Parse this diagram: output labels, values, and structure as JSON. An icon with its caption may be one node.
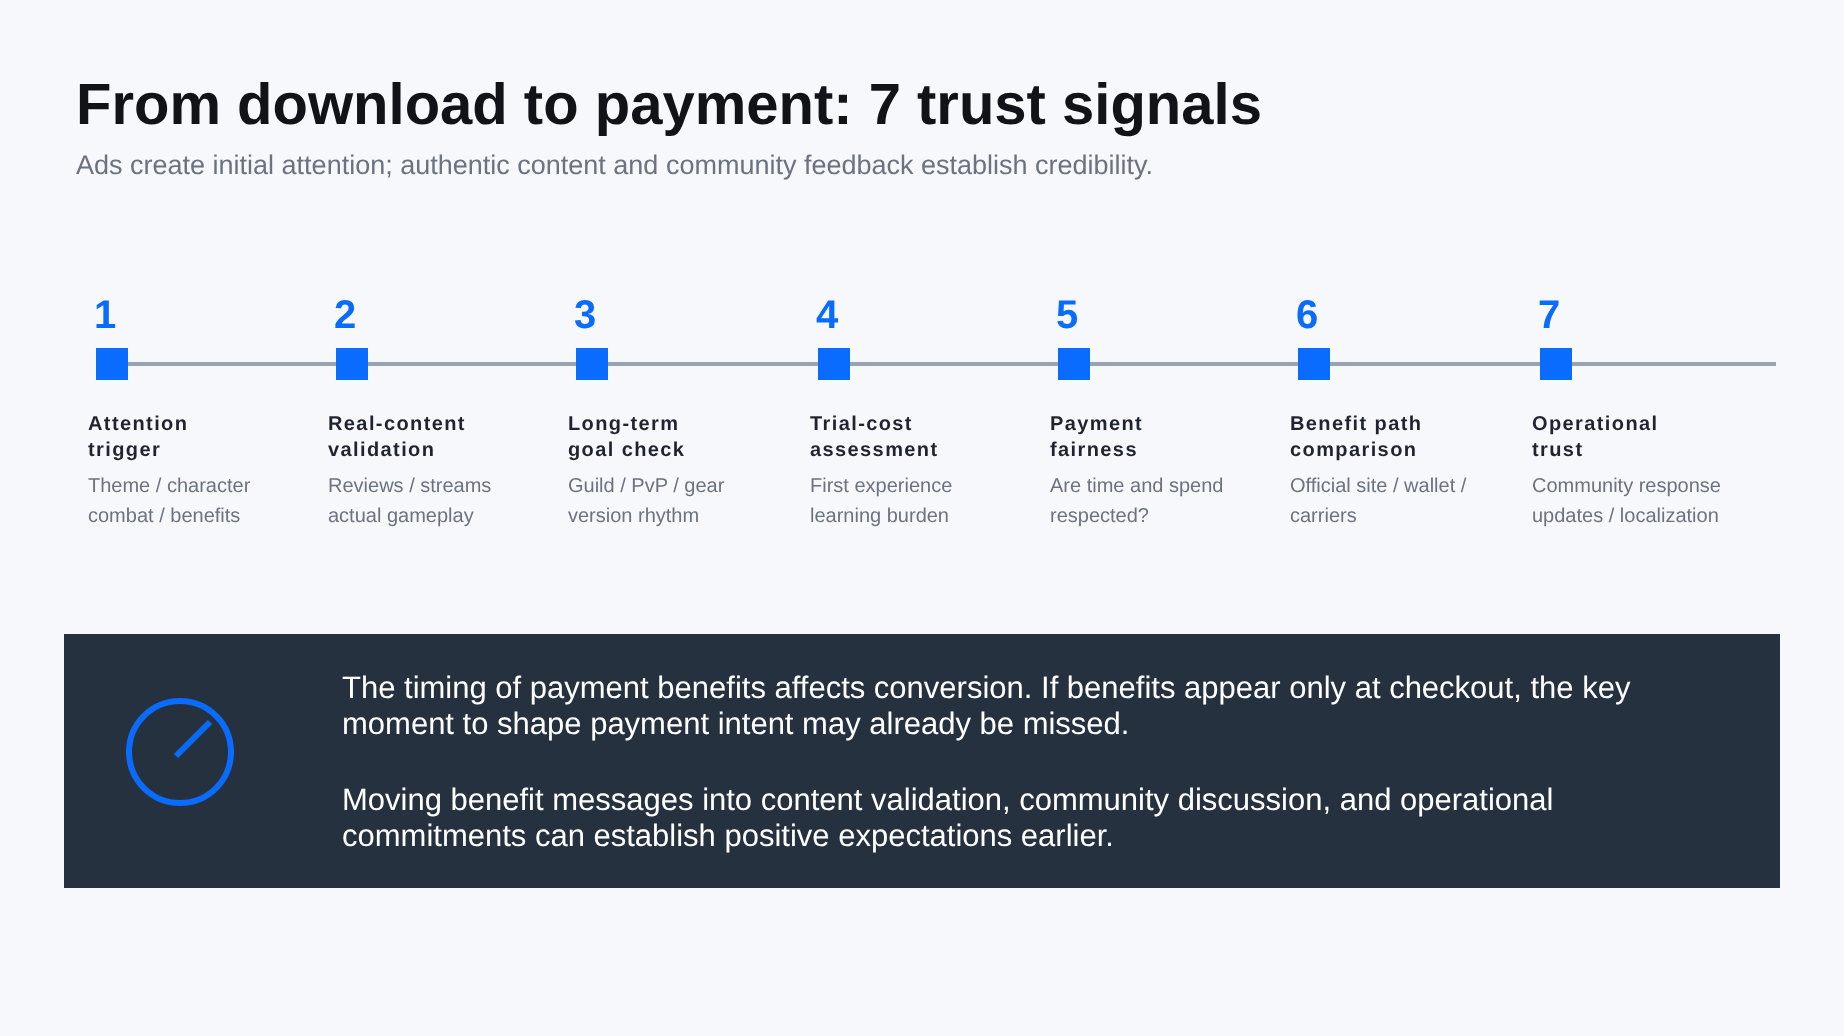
{
  "diagram": {
    "title": "From download to payment: 7 trust signals",
    "nodes": [
      {
        "text": [
          "The timing of payment benefits affects conversion. If benefits appear only at checkout, the key moment to shape payment intent may already be missed.",
          "Moving benefit messages into content validation, community discussion, and operational commitments can establish positive expectations earlier."
        ]
      }
    ],
    "labels": [
      "Ads create initial attention; authentic content and community feedback establish credibility.",
      "1",
      "Attention trigger",
      "Theme / character combat / benefits",
      "2",
      "Real-content validation",
      "Reviews / streams actual gameplay",
      "3",
      "Long-term goal check",
      "Guild / PvP / gear version rhythm",
      "4",
      "Trial-cost assessment",
      "First experience learning burden",
      "5",
      "Payment fairness",
      "Are time and spend respected?",
      "6",
      "Benefit path comparison",
      "Official site / wallet / carriers",
      "7",
      "Operational trust",
      "Community response updates / localization"
    ]
  }
}
